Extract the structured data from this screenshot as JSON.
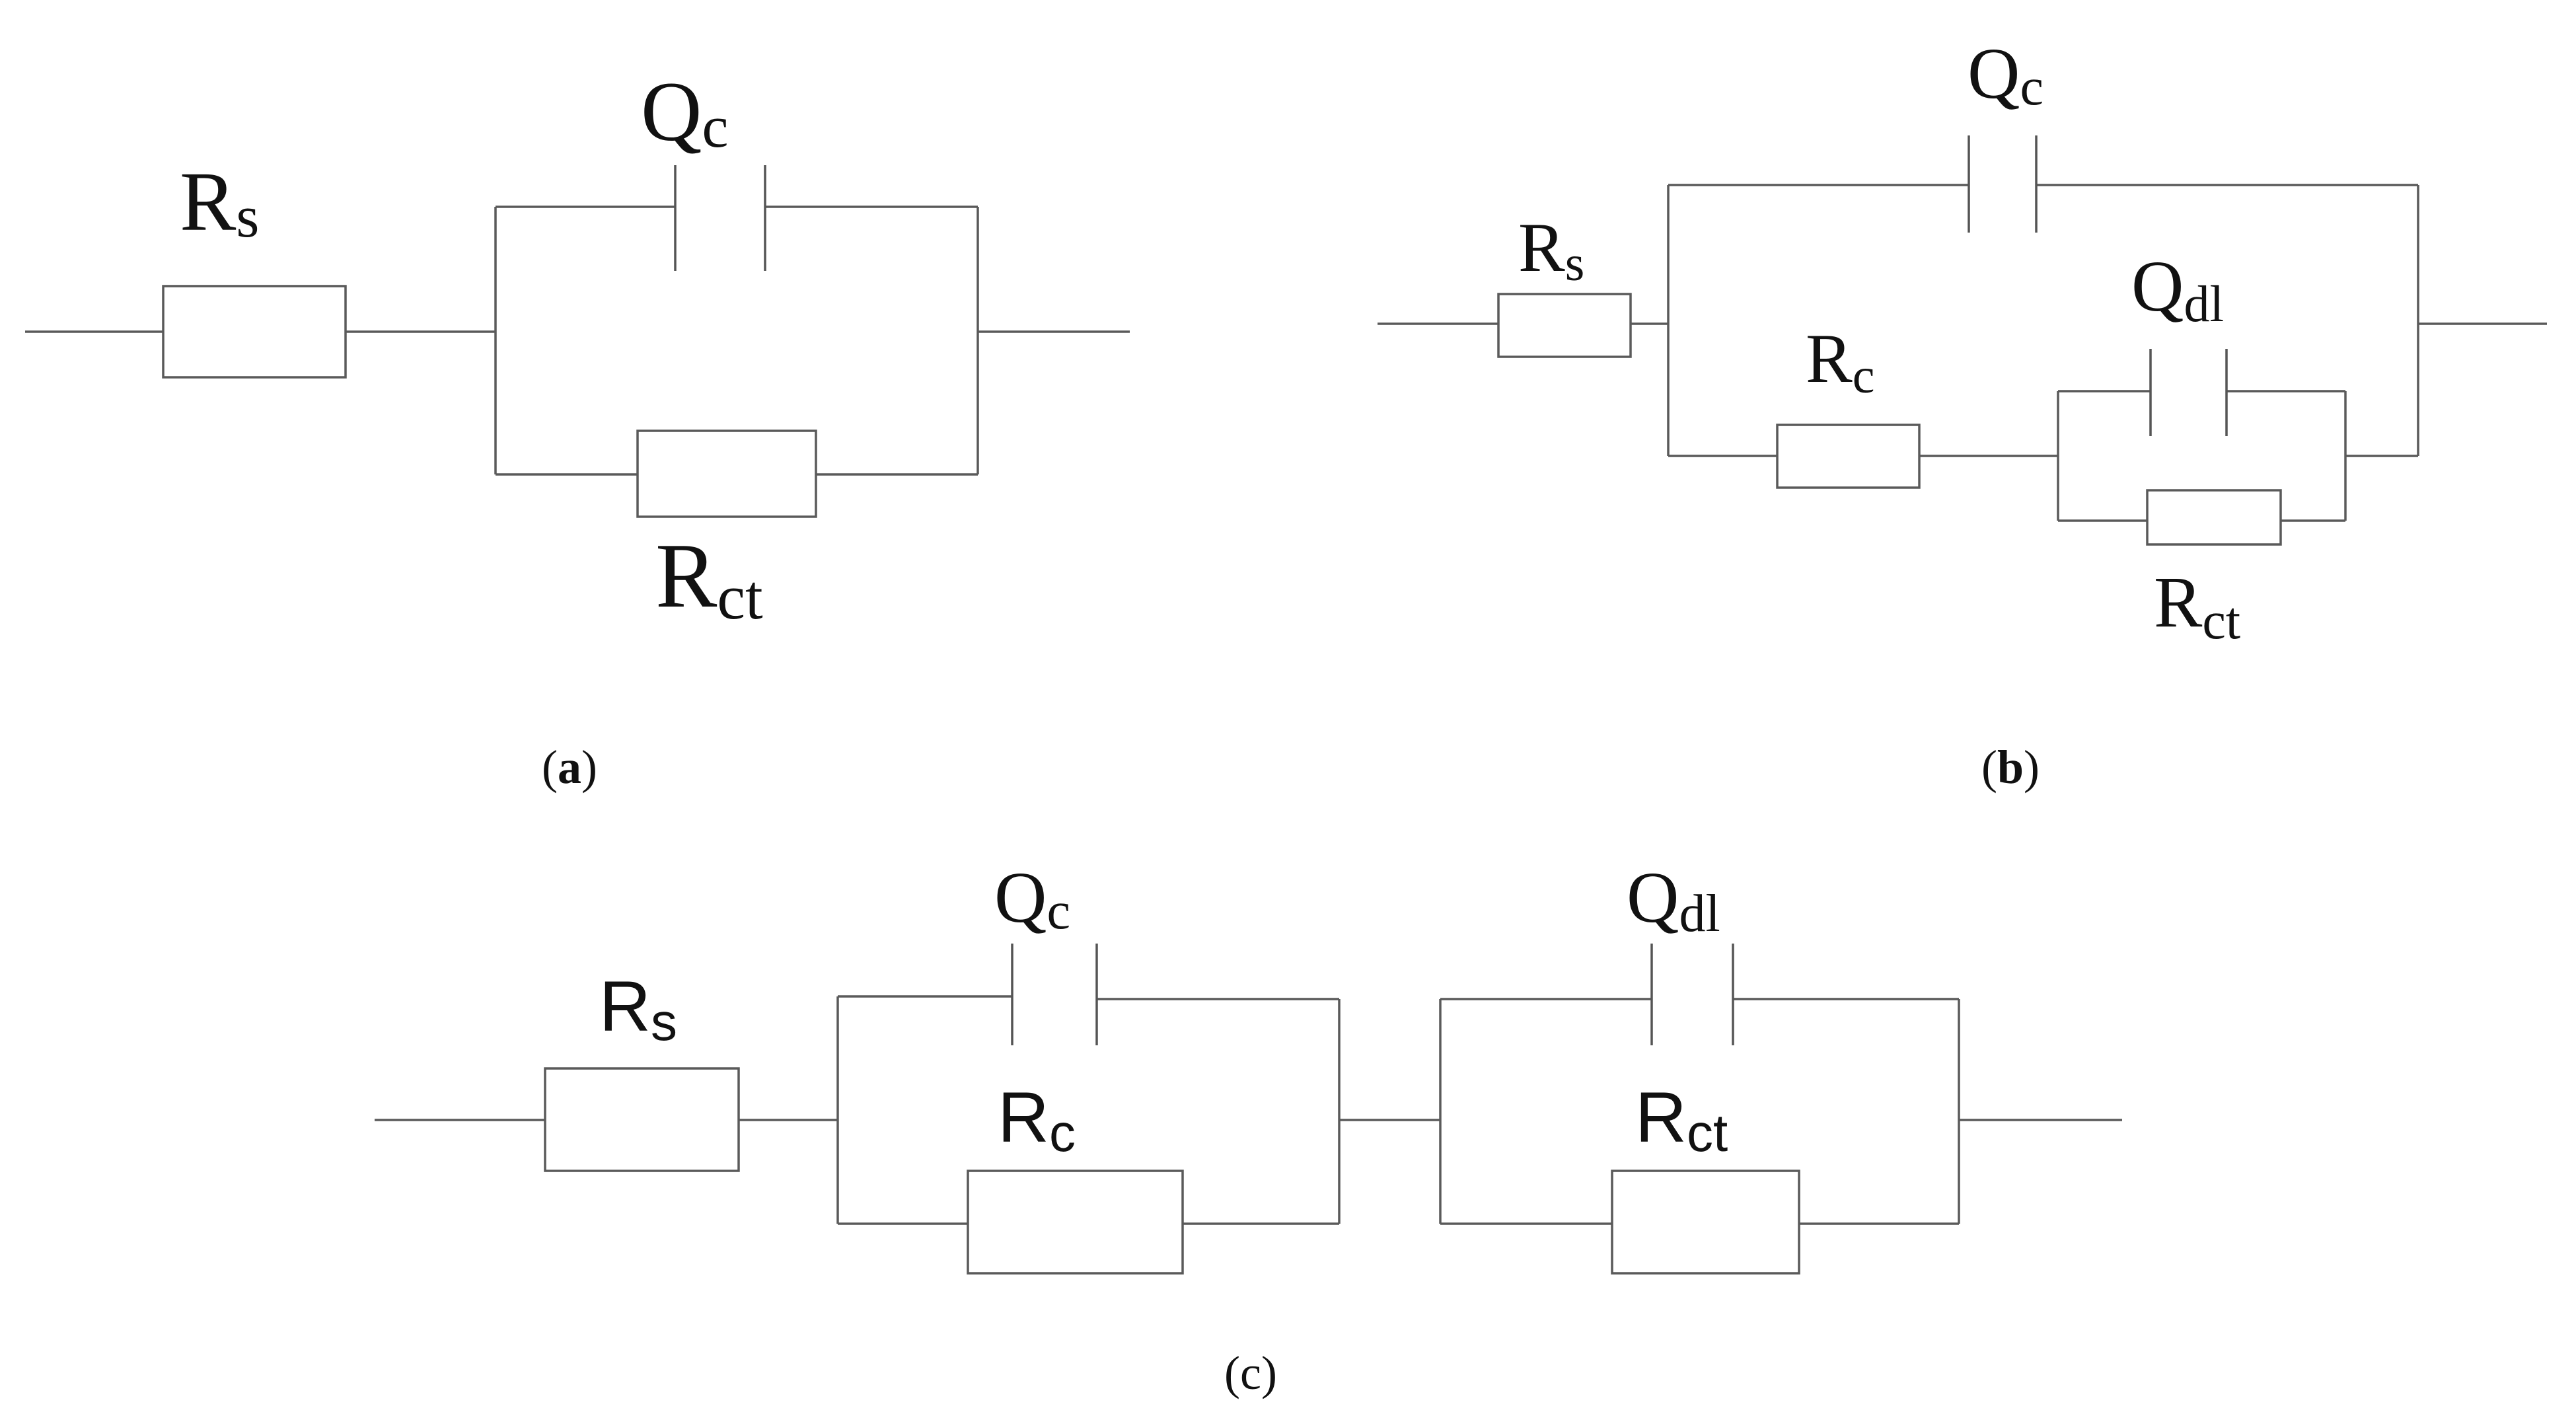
{
  "panels": {
    "a": {
      "caption_open": "(",
      "caption_letter": "a",
      "caption_close": ")",
      "labels": {
        "rs": {
          "main": "R",
          "sub": "s"
        },
        "qc": {
          "main": "Q",
          "sub": "c"
        },
        "rct": {
          "main": "R",
          "sub": "ct"
        }
      }
    },
    "b": {
      "caption_open": "(",
      "caption_letter": "b",
      "caption_close": ")",
      "labels": {
        "rs": {
          "main": "R",
          "sub": "s"
        },
        "qc": {
          "main": "Q",
          "sub": "c"
        },
        "rc": {
          "main": "R",
          "sub": "c"
        },
        "qdl": {
          "main": "Q",
          "sub": "dl"
        },
        "rct": {
          "main": "R",
          "sub": "ct"
        }
      }
    },
    "c": {
      "caption": "(c)",
      "labels": {
        "rs": {
          "main": "R",
          "sub": "s"
        },
        "qc": {
          "main": "Q",
          "sub": "c"
        },
        "rc": {
          "main": "R",
          "sub": "c"
        },
        "qdl": {
          "main": "Q",
          "sub": "dl"
        },
        "rct": {
          "main": "R",
          "sub": "ct"
        }
      }
    }
  }
}
